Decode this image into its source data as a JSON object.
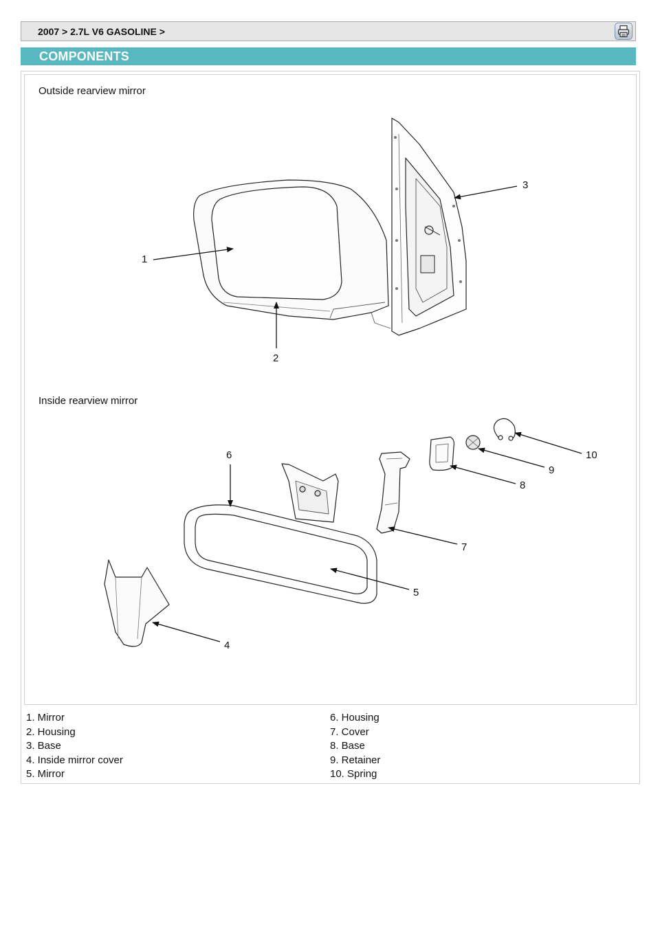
{
  "breadcrumb": {
    "text": "2007 > 2.7L V6 GASOLINE >"
  },
  "toolbar": {
    "print_icon": "printer-icon"
  },
  "section": {
    "title": "COMPONENTS"
  },
  "figure": {
    "outside_title": "Outside rearview mirror",
    "inside_title": "Inside rearview mirror",
    "callouts": [
      "1",
      "2",
      "3",
      "4",
      "5",
      "6",
      "7",
      "8",
      "9",
      "10"
    ]
  },
  "legend": {
    "left": [
      "1. Mirror",
      "2. Housing",
      "3. Base",
      "4. Inside mirror cover",
      "5. Mirror"
    ],
    "right": [
      "6. Housing",
      "7. Cover",
      "8. Base",
      "9. Retainer",
      "10. Spring"
    ]
  },
  "colors": {
    "header_teal": "#58b7bf",
    "bar_gray": "#e6e6e6"
  }
}
